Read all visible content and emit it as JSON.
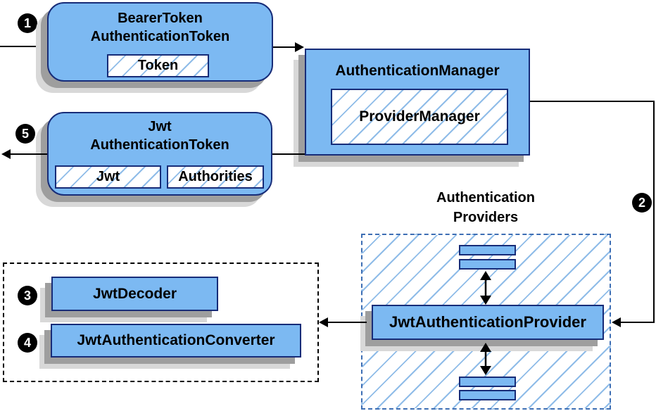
{
  "nodes": {
    "bearer_token": {
      "title_line1": "BearerToken",
      "title_line2": "AuthenticationToken",
      "field": "Token"
    },
    "authentication_manager": {
      "title": "AuthenticationManager",
      "inner": "ProviderManager"
    },
    "jwt_authentication_token": {
      "title_line1": "Jwt",
      "title_line2": "AuthenticationToken",
      "field1": "Jwt",
      "field2": "Authorities"
    },
    "authentication_providers": {
      "title_line1": "Authentication",
      "title_line2": "Providers"
    },
    "jwt_authentication_provider": {
      "title": "JwtAuthenticationProvider"
    },
    "jwt_decoder": {
      "title": "JwtDecoder"
    },
    "jwt_authentication_converter": {
      "title": "JwtAuthenticationConverter"
    }
  },
  "step_badges": {
    "step1": "1",
    "step2": "2",
    "step3": "3",
    "step4": "4",
    "step5": "5"
  },
  "colors": {
    "node_fill": "#7cb9f2",
    "node_border": "#172c78",
    "hatch_line": "#8fbce8",
    "providers_dashed_border": "#3d6eb4",
    "decoder_dashed_border": "#000000",
    "connector": "#000000",
    "shadow_dark": "#9e9e9e",
    "shadow_light": "#d8d8d8",
    "badge_bg": "#000000",
    "badge_text": "#ffffff"
  }
}
